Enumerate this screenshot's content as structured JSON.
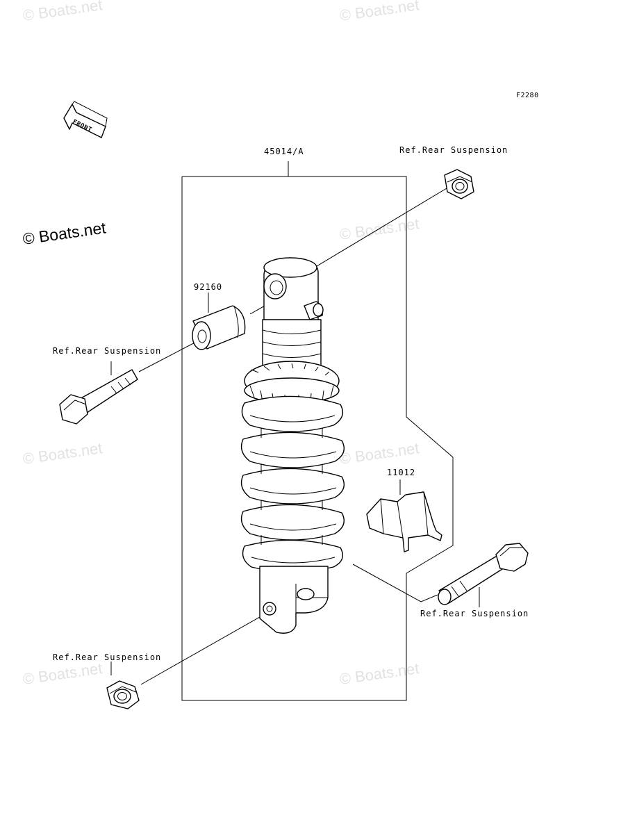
{
  "diagram": {
    "figure_code": "F2280",
    "front_arrow_text": "FRONT",
    "labels": {
      "assembly": "45014/A",
      "collar": "92160",
      "clamp": "11012",
      "ref_nut_top": "Ref.Rear Suspension",
      "ref_bolt_left": "Ref.Rear Suspension",
      "ref_bolt_right": "Ref.Rear Suspension",
      "ref_nut_bottom": "Ref.Rear Suspension"
    }
  },
  "watermarks": {
    "main": "© Boats.net",
    "faint": "© Boats.net"
  }
}
